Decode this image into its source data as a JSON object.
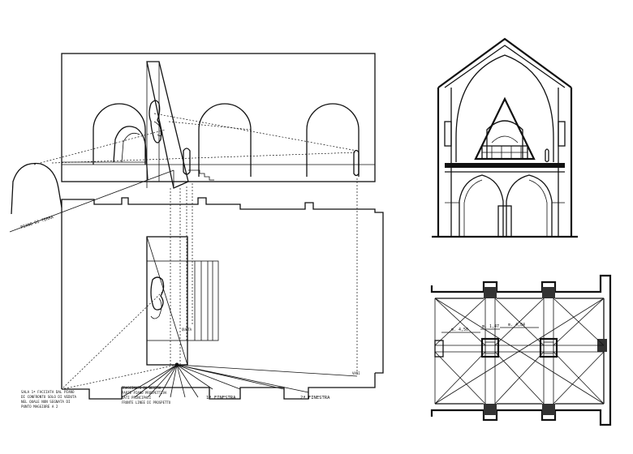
{
  "annotations": {
    "note_left": [
      "SALA 1ª FACCIATA DAL PIANO",
      "DI CONFRONTO SOLO DI VEDUTA",
      "NEL QUALE NON SEGNATA DI",
      "PUNTO MAGGIORE A 2"
    ],
    "note_mid": [
      "TRASCINATO DA DESTRA",
      "PARTE PIANO PROSPETTIVA",
      "DATI PRINCIPALI",
      "FRONTE LINEE DI PROSPETTO"
    ],
    "label_window1": "1ª FINESTRA",
    "label_window2": "2ª FINESTRA",
    "label_ground": "PIANO DI TERRA",
    "label_vert": "QUOTA",
    "label_vert2": "VANI"
  },
  "plan_dims": {
    "d1": "m. 4,50",
    "d2": "m. 1,47",
    "d3": "m. 4,84"
  },
  "colors": {
    "ink": "#111111",
    "paper": "#ffffff"
  }
}
